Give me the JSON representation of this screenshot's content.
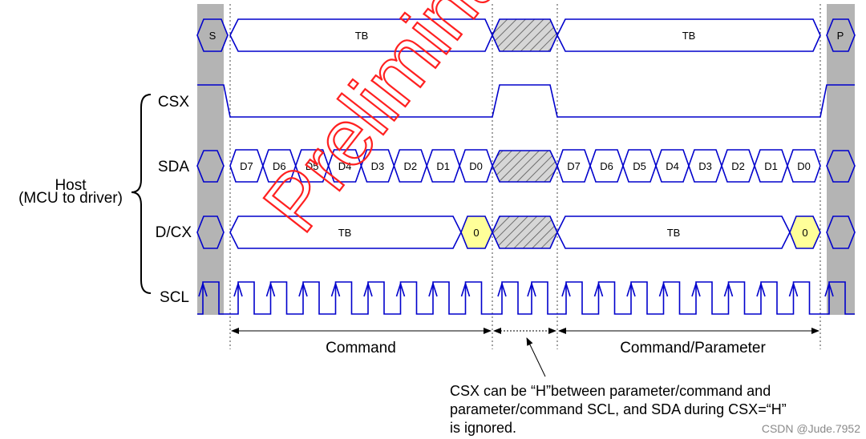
{
  "signals": {
    "csx": "CSX",
    "sda": "SDA",
    "dcx": "D/CX",
    "scl": "SCL"
  },
  "host": {
    "line1": "Host",
    "line2": "(MCU to driver)"
  },
  "top_row": {
    "start": "S",
    "stop": "P",
    "tb_left": "TB",
    "tb_right": "TB"
  },
  "sda_bits_left": [
    "D7",
    "D6",
    "D5",
    "D4",
    "D3",
    "D2",
    "D1",
    "D0"
  ],
  "sda_bits_right": [
    "D7",
    "D6",
    "D5",
    "D4",
    "D3",
    "D2",
    "D1",
    "D0"
  ],
  "dcx_row": {
    "tb_left": "TB",
    "tb_right": "TB",
    "zero_left": "0",
    "zero_right": "0"
  },
  "spans": {
    "command": "Command",
    "command_parameter": "Command/Parameter"
  },
  "note": {
    "line1": "CSX can be “H”between parameter/command and",
    "line2": "parameter/command SCL, and SDA during CSX=“H”",
    "line3": "is ignored."
  },
  "watermark": "Preliminary",
  "credit": "CSDN @Jude.7952",
  "colors": {
    "wave": "#0000cc",
    "start_stop_bar": "#b4b4b4",
    "hatch_fill": "#bdbdbd",
    "highlight": "#ffff99",
    "watermark": "#ff2020"
  }
}
